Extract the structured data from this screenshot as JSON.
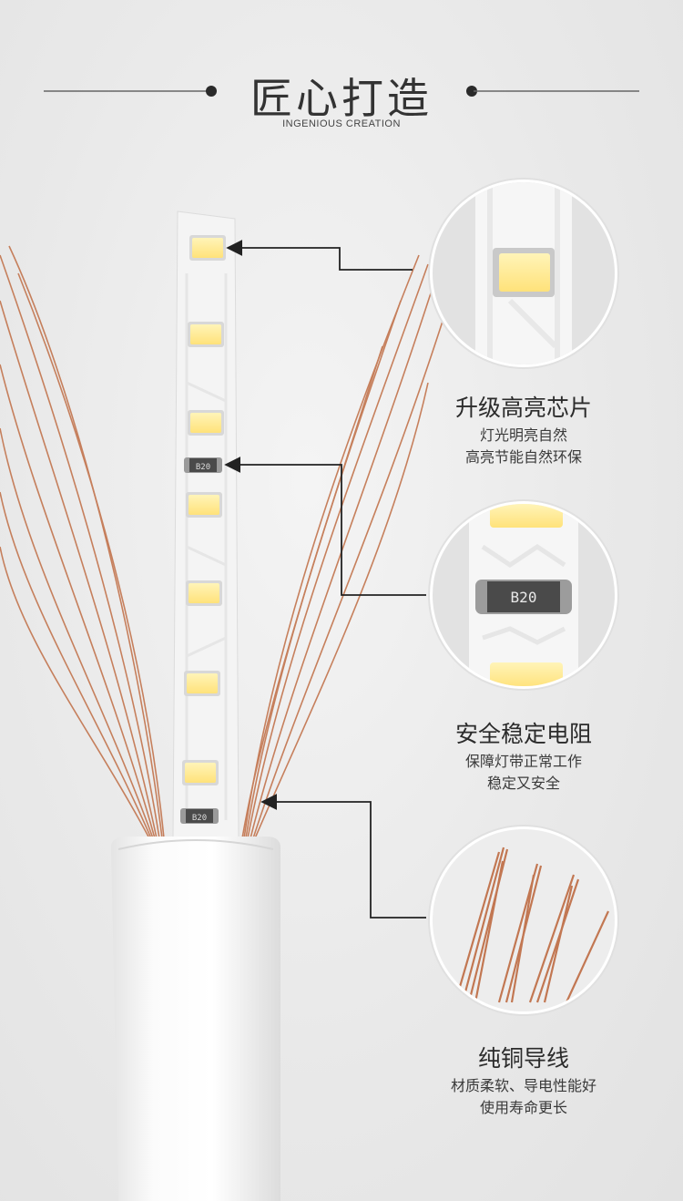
{
  "header": {
    "title": "匠心打造",
    "subtitle": "INGENIOUS CREATION"
  },
  "features": [
    {
      "title": "升级高亮芯片",
      "lines": [
        "灯光明亮自然",
        "高亮节能自然环保"
      ]
    },
    {
      "title": "安全稳定电阻",
      "lines": [
        "保障灯带正常工作",
        "稳定又安全"
      ]
    },
    {
      "title": "纯铜导线",
      "lines": [
        "材质柔软、导电性能好",
        "使用寿命更长"
      ]
    }
  ],
  "resistor_marking": "B20",
  "colors": {
    "background": "#ececec",
    "led_yellow": "#ffe98a",
    "copper": "#c97a52",
    "pcb": "#f3f3f3",
    "arrow": "#222222"
  }
}
